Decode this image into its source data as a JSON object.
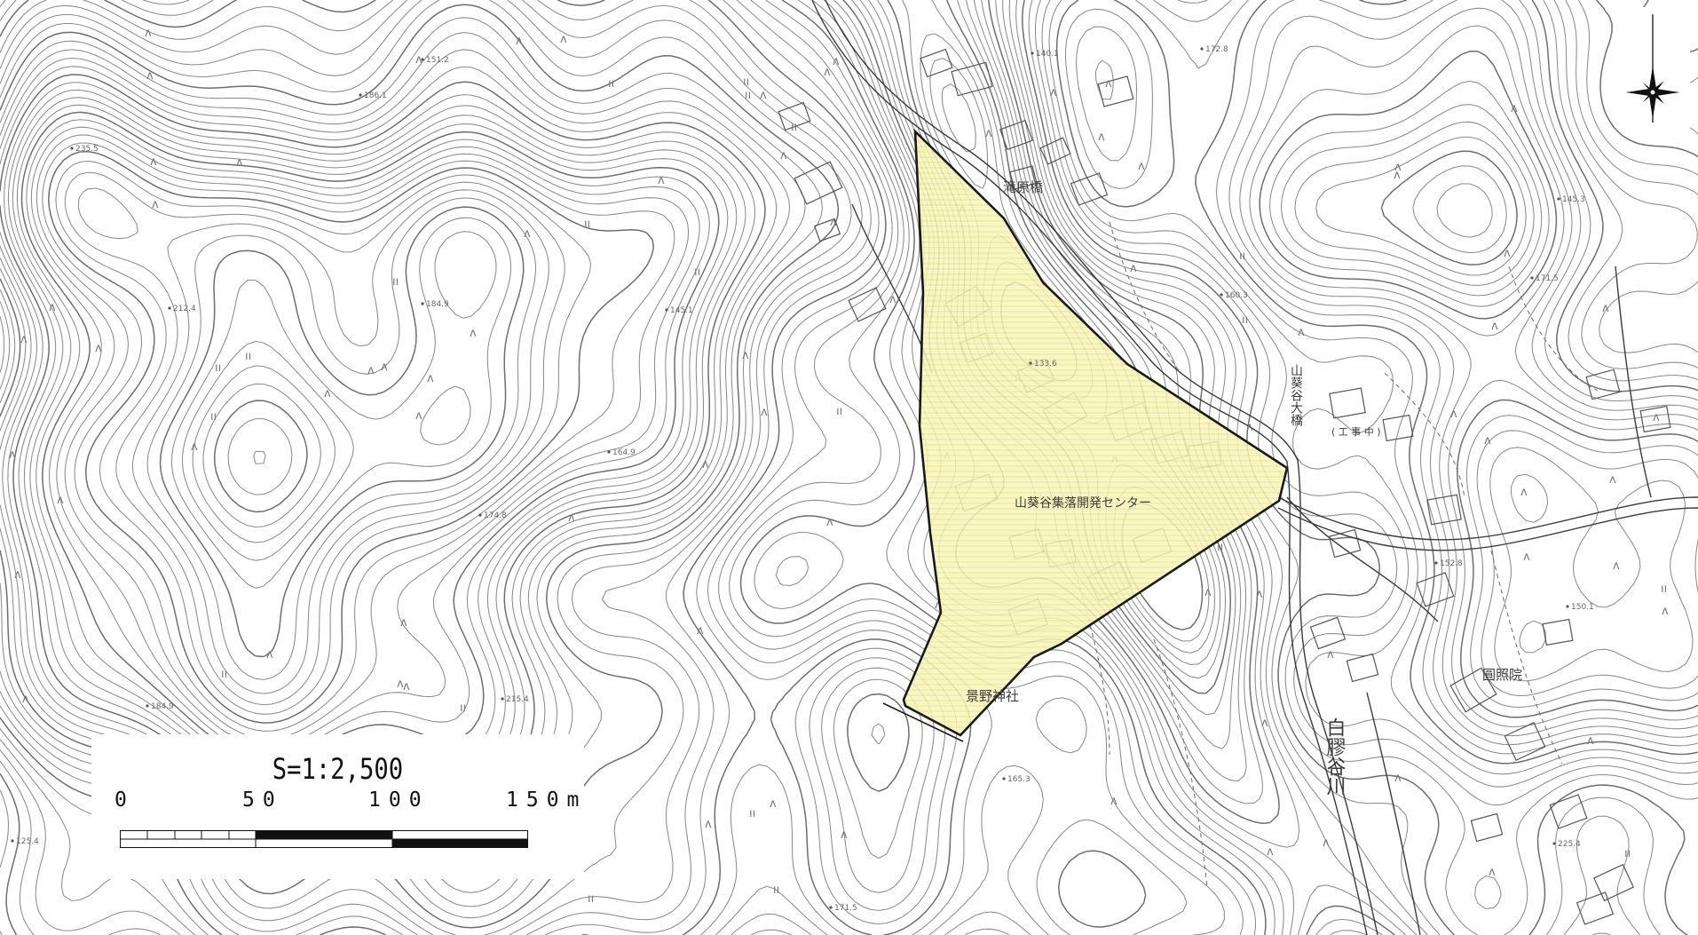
{
  "map": {
    "labels": {
      "facility": "山葵谷集落開発センター",
      "bridge": "滝原橋",
      "shrine": "景野神社",
      "construction": "( 工 事 中 )",
      "road_vertical": "山葵谷大橋",
      "temple": "圓照院",
      "river": "白膠谷川"
    },
    "spot_heights": [
      "235.5",
      "212.4",
      "184.9",
      "186.1",
      "151.2",
      "145.1",
      "133.6",
      "174.8",
      "164.9",
      "184.9",
      "215.4",
      "165.3",
      "140.1",
      "172.8",
      "171.5",
      "145.3",
      "160.3",
      "152.8",
      "150.1",
      "225.4",
      "125.4",
      "171.5"
    ],
    "highlight_color": "#f6f4b4",
    "outline_color": "#1a1a1a",
    "scale": {
      "title": "S=1:2,500",
      "ticks": [
        "0",
        "50",
        "100",
        "150m"
      ]
    },
    "north_arrow_icon": "compass-rose-icon"
  }
}
